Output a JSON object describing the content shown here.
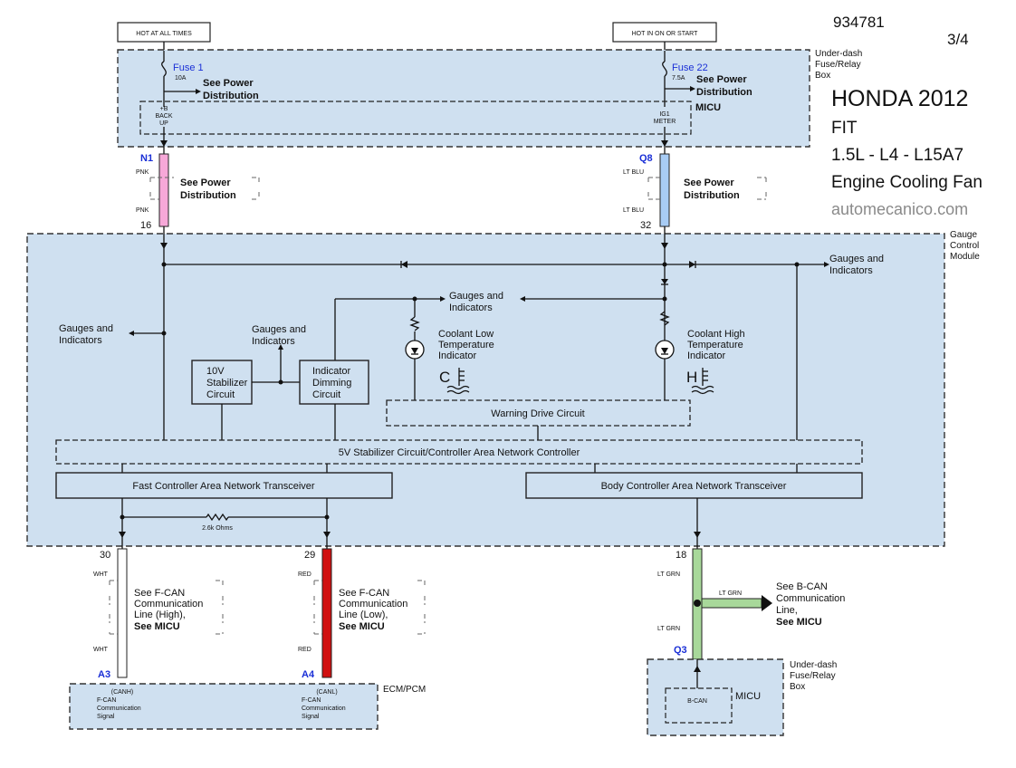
{
  "header": {
    "doc_id": "934781",
    "page": "3/4",
    "make_year": "HONDA 2012",
    "model": "FIT",
    "engine": "1.5L - L4 - L15A7",
    "system": "Engine Cooling Fan",
    "source": "automecanico.com"
  },
  "power_labels": {
    "hot_always": "HOT AT ALL TIMES",
    "hot_on_start": "HOT IN ON OR START"
  },
  "underdash_box": {
    "name_line1": "Under-dash",
    "name_line2": "Fuse/Relay",
    "name_line3": "Box",
    "micu": "MICU",
    "fuse1": {
      "name": "Fuse 1",
      "rating": "10A"
    },
    "fuse22": {
      "name": "Fuse 22",
      "rating": "7.5A"
    },
    "see_power_1": "See Power",
    "see_power_2": "Distribution",
    "pin_backup_1": "+B",
    "pin_backup_2": "BACK",
    "pin_backup_3": "UP",
    "pin_meter_1": "IG1",
    "pin_meter_2": "METER"
  },
  "wires_top": {
    "left_connector": "N1",
    "left_color_top": "PNK",
    "left_color_bot": "PNK",
    "left_pin": "16",
    "right_connector": "Q8",
    "right_color_top": "LT BLU",
    "right_color_bot": "LT BLU",
    "right_pin": "32",
    "see_power_1": "See Power",
    "see_power_2": "Distribution"
  },
  "gauge_module": {
    "name_line1": "Gauge",
    "name_line2": "Control",
    "name_line3": "Module",
    "gauges_1": "Gauges and",
    "gauges_2": "Indicators",
    "stabilizer_10v_1": "10V",
    "stabilizer_10v_2": "Stabilizer",
    "stabilizer_10v_3": "Circuit",
    "dimming_1": "Indicator",
    "dimming_2": "Dimming",
    "dimming_3": "Circuit",
    "coolant_low_1": "Coolant Low",
    "coolant_low_2": "Temperature",
    "coolant_low_3": "Indicator",
    "coolant_high_1": "Coolant High",
    "coolant_high_2": "Temperature",
    "coolant_high_3": "Indicator",
    "low_letter": "C",
    "high_letter": "H",
    "warning_drive": "Warning Drive Circuit",
    "can_controller": "5V Stabilizer Circuit/Controller Area Network Controller",
    "fast_can": "Fast Controller Area Network Transceiver",
    "body_can": "Body Controller Area Network Transceiver",
    "resistor": "2.6k Ohms"
  },
  "wires_bottom": {
    "pin30": "30",
    "wht_top": "WHT",
    "wht_bot": "WHT",
    "pin29": "29",
    "red_top": "RED",
    "red_bot": "RED",
    "pin18": "18",
    "ltgrn_top": "LT GRN",
    "ltgrn_mid": "LT GRN",
    "ltgrn_bot": "LT GRN",
    "canh_1": "See F-CAN",
    "canh_2": "Communication",
    "canh_3": "Line (High),",
    "canh_4": "See MICU",
    "canl_1": "See F-CAN",
    "canl_2": "Communication",
    "canl_3": "Line (Low),",
    "canl_4": "See MICU",
    "bcan_1": "See B-CAN",
    "bcan_2": "Communication",
    "bcan_3": "Line,",
    "bcan_4": "See MICU",
    "conn_a3": "A3",
    "conn_a4": "A4",
    "conn_q3": "Q3"
  },
  "ecm": {
    "name": "ECM/PCM",
    "canh_tag": "(CANH)",
    "canl_tag": "(CANL)",
    "sig_1": "F-CAN",
    "sig_2": "Communication",
    "sig_3": "Signal"
  },
  "micu_bottom": {
    "name_line1": "Under-dash",
    "name_line2": "Fuse/Relay",
    "name_line3": "Box",
    "micu": "MICU",
    "bcan": "B-CAN"
  },
  "colors": {
    "module_fill": "#cfe0f0",
    "pnk": "#f7a8d8",
    "lt_blu": "#a8ccf5",
    "red": "#d01010",
    "lt_grn": "#a8d89a",
    "connector_blue": "#1a2fd6"
  }
}
